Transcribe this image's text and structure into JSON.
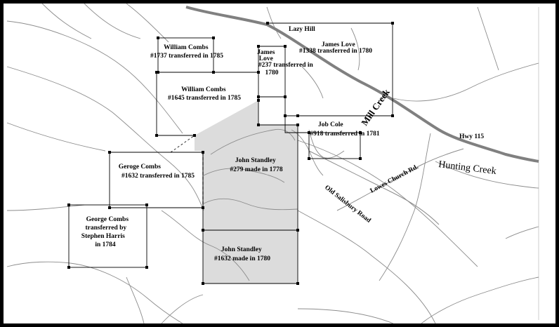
{
  "parcels": [
    {
      "id": "william-combs-1737",
      "lines": [
        "William Combs",
        "#1737 transferred in 1785"
      ]
    },
    {
      "id": "william-combs-1645",
      "lines": [
        "William Combs",
        "#1645 transferred in 1785"
      ]
    },
    {
      "id": "james-love-237",
      "lines": [
        "James",
        "Love",
        "#237 transferred in",
        "1780"
      ]
    },
    {
      "id": "james-love-1338",
      "lines": [
        "James Love",
        "#1338 transferred  in 1780"
      ]
    },
    {
      "id": "job-cole-918",
      "lines": [
        "Job Cole",
        "#918 transferred in 1781"
      ]
    },
    {
      "id": "geroge-combs-1632",
      "lines": [
        "Geroge Combs",
        "#1632 transferred in 1785"
      ]
    },
    {
      "id": "john-standley-279",
      "lines": [
        "John Standley",
        "#279 made in 1778"
      ]
    },
    {
      "id": "george-combs-harris",
      "lines": [
        "George Combs",
        "transferred by",
        "Stephen Harris",
        "in 1784"
      ]
    },
    {
      "id": "john-standley-1632",
      "lines": [
        "John Standley",
        "#1632 made in 1780"
      ]
    }
  ],
  "labels": {
    "lazy_hill": "Lazy Hill",
    "mill_creek": "Mill Creek",
    "hwy": "Hwy 115",
    "hunting_creek": "Hunting Creek",
    "lowes_church": "Lowes Church Rd.",
    "old_salisbury": "Old Salisbury Road"
  },
  "colors": {
    "background": "#ffffff",
    "frame": "#000000",
    "shaded_parcel": "#dcdcdc",
    "highway": "#808080",
    "streams": "#8c8c8c"
  }
}
